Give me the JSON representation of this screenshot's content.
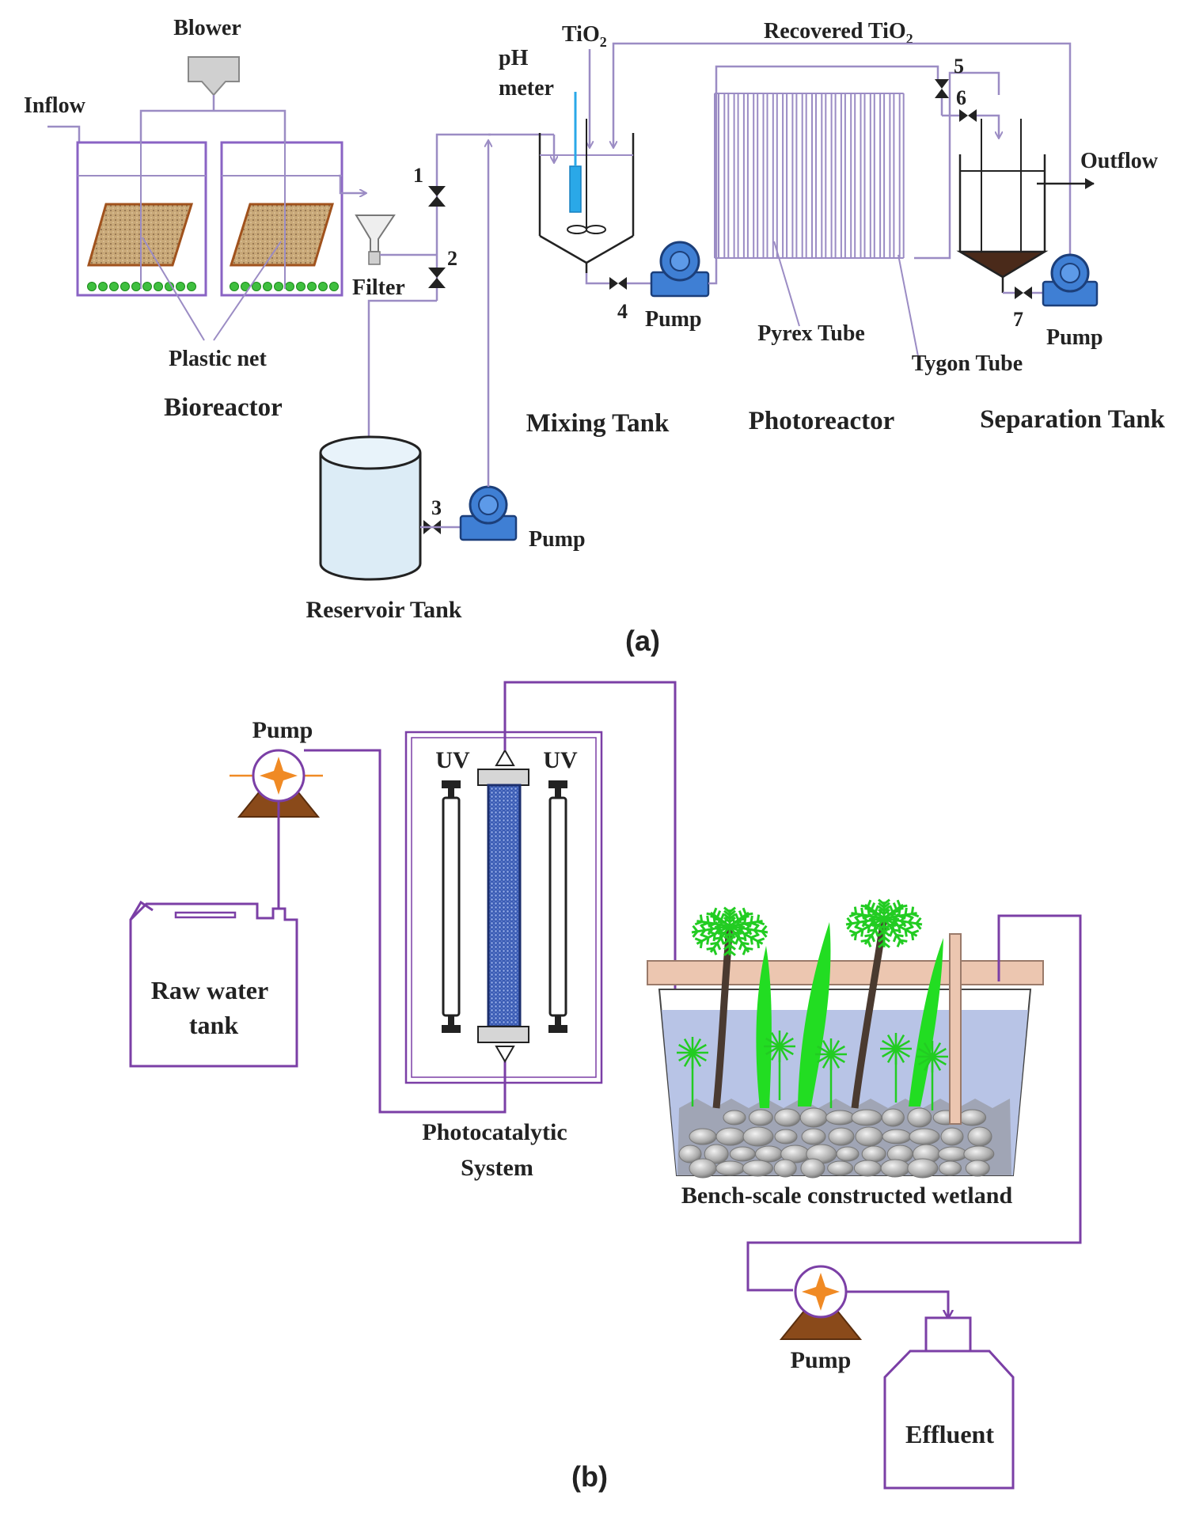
{
  "colors": {
    "pipe_a": "#9b8cc4",
    "pipe_b": "#7b3fa6",
    "tank_line": "#8a63c4",
    "pump_blue": "#3f7fd4",
    "pump_dark": "#1c3f7a",
    "net_fill": "#c8a878",
    "net_border": "#a0521d",
    "bubble": "#3fbf3f",
    "ph_probe": "#2aa8e8",
    "reservoir": "#dcecf6",
    "sludge": "#4a2a1a",
    "pump_b_star": "#f08a24",
    "pump_b_base": "#8a4a1a",
    "uv_lamp": "#222222",
    "column": "#3a5cb4",
    "water": "#b8c4e6",
    "board": "#ecc6b0",
    "plant_green": "#22dd22",
    "trunk": "#4a3a30"
  },
  "panel_a": {
    "caption": "(a)",
    "labels": {
      "blower": "Blower",
      "inflow": "Inflow",
      "filter": "Filter",
      "plastic_net": "Plastic net",
      "bioreactor": "Bioreactor",
      "reservoir_tank": "Reservoir Tank",
      "pump_reservoir": "Pump",
      "ph_meter_1": "pH",
      "ph_meter_2": "meter",
      "tio2_text": "TiO",
      "tio2_sub": "2",
      "recovered_text": "Recovered TiO",
      "recovered_sub": "2",
      "mixing_tank": "Mixing Tank",
      "pump_mixing": "Pump",
      "pyrex_tube": "Pyrex Tube",
      "tygon_tube": "Tygon Tube",
      "photoreactor": "Photoreactor",
      "outflow": "Outflow",
      "pump_separation": "Pump",
      "separation_tank": "Separation Tank"
    },
    "valves": [
      "1",
      "2",
      "3",
      "4",
      "5",
      "6",
      "7"
    ]
  },
  "panel_b": {
    "caption": "(b)",
    "labels": {
      "pump_top": "Pump",
      "raw_water_1": "Raw water",
      "raw_water_2": "tank",
      "uv_left": "UV",
      "uv_right": "UV",
      "photocatalytic_1": "Photocatalytic",
      "photocatalytic_2": "System",
      "wetland": "Bench-scale constructed  wetland",
      "pump_bottom": "Pump",
      "effluent": "Effluent"
    }
  }
}
